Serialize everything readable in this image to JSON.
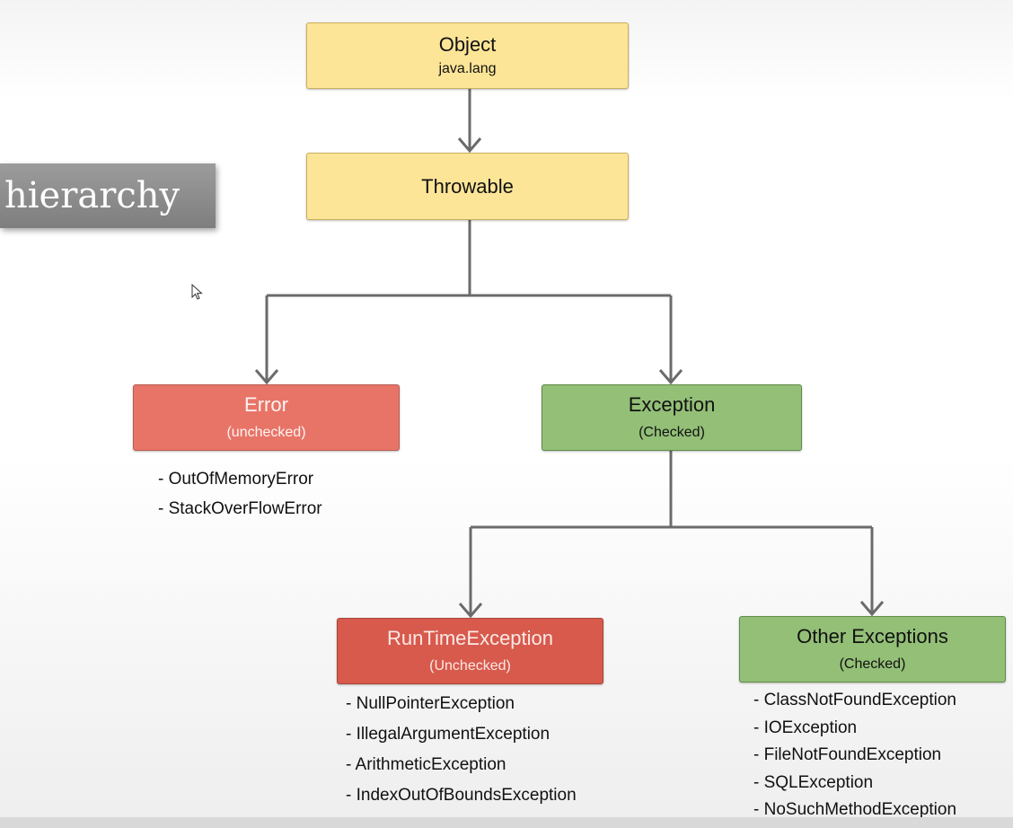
{
  "banner": {
    "text": "hierarchy"
  },
  "nodes": {
    "object": {
      "title": "Object",
      "sub": "java.lang"
    },
    "throwable": {
      "title": "Throwable"
    },
    "error": {
      "title": "Error",
      "sub": "(unchecked)"
    },
    "exception": {
      "title": "Exception",
      "sub": "(Checked)"
    },
    "runtime": {
      "title": "RunTimeException",
      "sub": "(Unchecked)"
    },
    "other": {
      "title": "Other Exceptions",
      "sub": "(Checked)"
    }
  },
  "lists": {
    "error": [
      "- OutOfMemoryError",
      "- StackOverFlowError"
    ],
    "runtime": [
      "- NullPointerException",
      "- IllegalArgumentException",
      "- ArithmeticException",
      "- IndexOutOfBoundsException"
    ],
    "other": [
      "- ClassNotFoundException",
      "- IOException",
      "- FileNotFoundException",
      "- SQLException",
      "- NoSuchMethodException"
    ]
  },
  "colors": {
    "object_fill": "#fde597",
    "error_fill": "#e87468",
    "runtime_fill": "#d75a4d",
    "exception_fill": "#93bf77",
    "connector": "#6b6b6b"
  },
  "icons": {
    "cursor": "mouse-pointer-icon"
  }
}
